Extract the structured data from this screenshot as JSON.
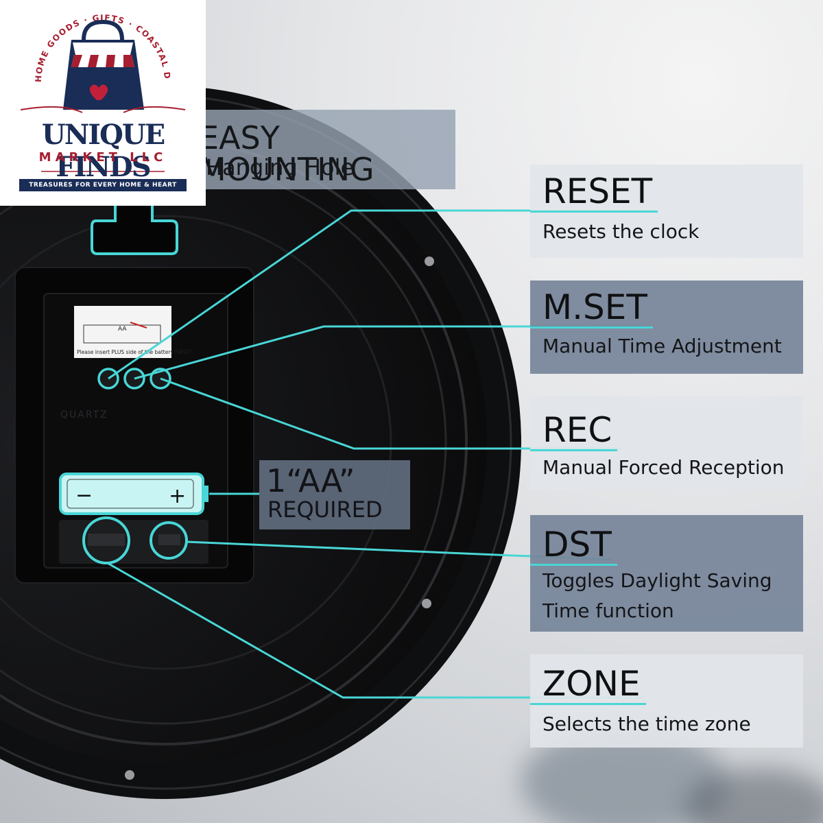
{
  "brand": {
    "name_line1": "UNIQUE FINDS",
    "name_line2": "MARKET LLC",
    "arc_text": "HOME GOODS · GIFTS · COASTAL DECOR",
    "tagline": "TREASURES FOR EVERY HOME & HEART",
    "colors": {
      "navy": "#1a2d57",
      "red": "#a61e30"
    }
  },
  "mounting": {
    "title": "EASY MOUNTING",
    "subtitle": "Hanging Hole"
  },
  "battery": {
    "count": "1“AA”",
    "required": "REQUIRED",
    "minus": "−",
    "plus": "+"
  },
  "sticker": {
    "text": "Please insert PLUS side of the battery FIRST!",
    "mini_label": "AA"
  },
  "movement_labels": {
    "quartz": "QUARTZ"
  },
  "features": [
    {
      "id": "reset",
      "title": "RESET",
      "desc_lines": [
        "Resets the clock"
      ],
      "style": "light"
    },
    {
      "id": "mset",
      "title": "M.SET",
      "desc_lines": [
        "Manual Time Adjustment"
      ],
      "style": "dark"
    },
    {
      "id": "rec",
      "title": "REC",
      "desc_lines": [
        "Manual Forced Reception"
      ],
      "style": "light"
    },
    {
      "id": "dst",
      "title": "DST",
      "desc_lines": [
        "Toggles Daylight Saving",
        "Time function"
      ],
      "style": "dark"
    },
    {
      "id": "zone",
      "title": "ZONE",
      "desc_lines": [
        "Selects the time zone"
      ],
      "style": "light"
    }
  ],
  "colors": {
    "accent": "#49d6d6",
    "clock_body": "#151618",
    "panel_light": "#e2e5e9",
    "panel_dark": "#768499"
  }
}
